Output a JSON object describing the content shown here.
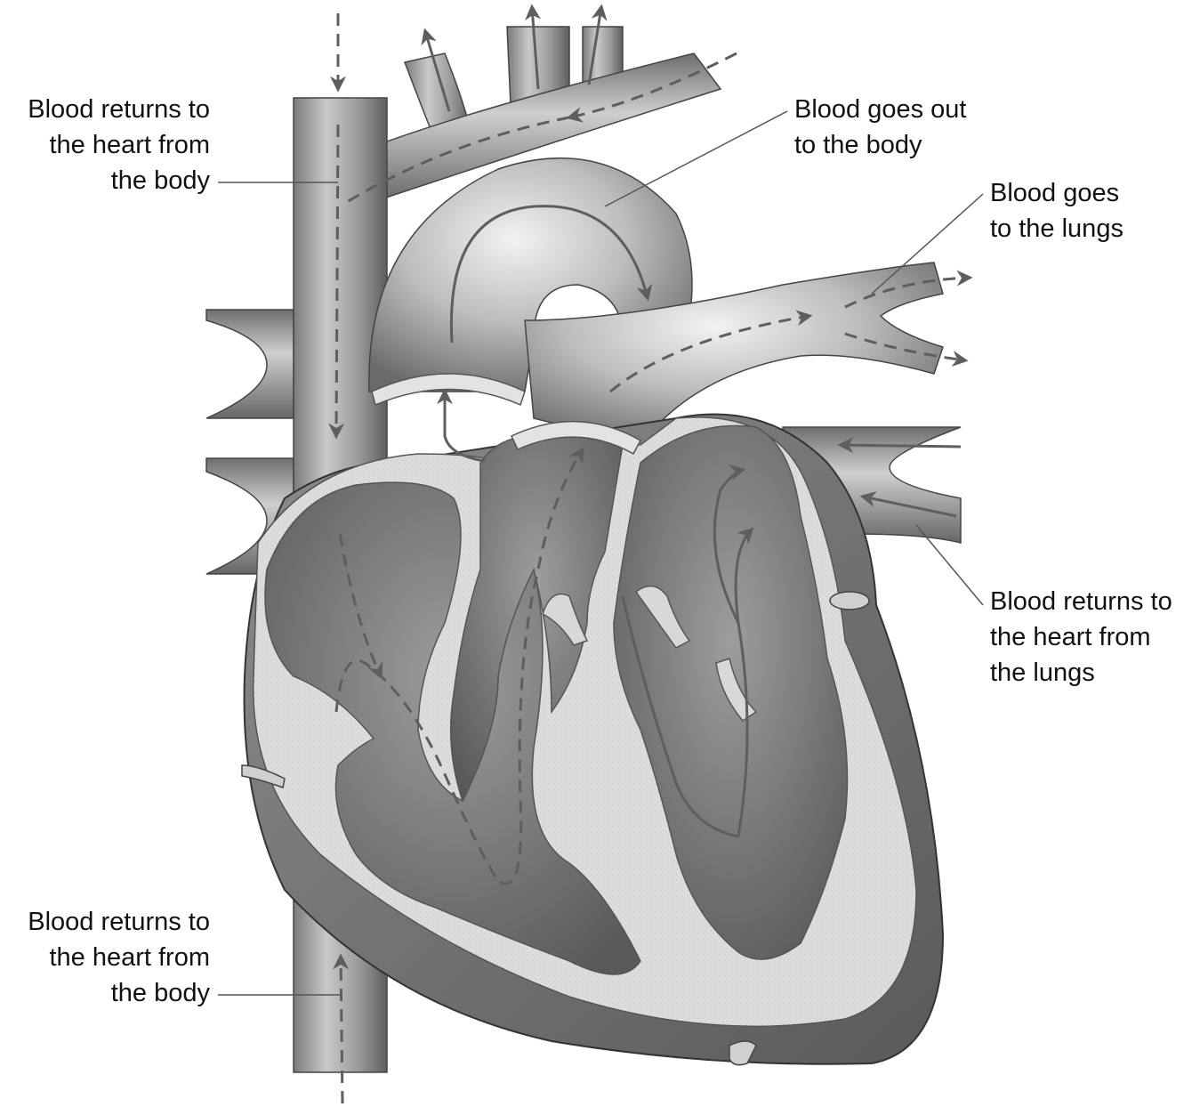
{
  "labels": {
    "superior_vena_cava": {
      "line1": "Blood returns to",
      "line2": "the heart from",
      "line3": "the body"
    },
    "aorta": {
      "line1": "Blood goes out",
      "line2": "to the body"
    },
    "pulmonary_artery": {
      "line1": "Blood goes",
      "line2": "to the lungs"
    },
    "pulmonary_veins": {
      "line1": "Blood returns to",
      "line2": "the heart from",
      "line3": "the lungs"
    },
    "inferior_vena_cava": {
      "line1": "Blood returns to",
      "line2": "the heart from",
      "line3": "the body"
    }
  }
}
